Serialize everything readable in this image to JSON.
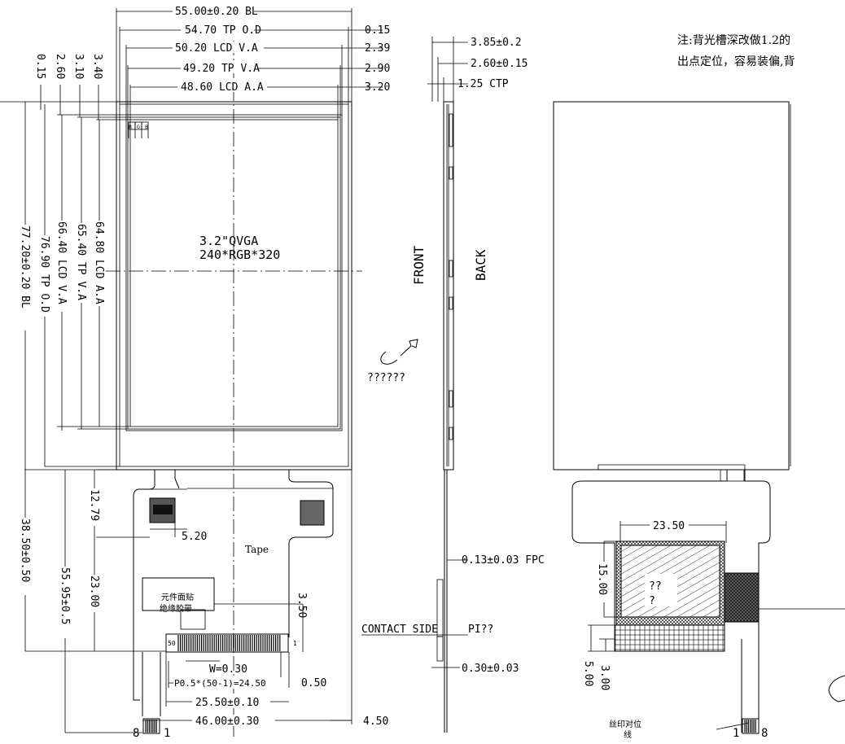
{
  "note": {
    "line1": "注:背光槽深改做1.2的",
    "line2": "出点定位，容易装偏,背"
  },
  "top_dims": {
    "bl_width": "55.00±0.20 BL",
    "tp_od": "54.70 TP O.D",
    "lcd_va": "50.20 LCD V.A",
    "tp_va": "49.20 TP V.A",
    "lcd_aa": "48.60 LCD A.A",
    "r1": "0.15",
    "r2": "2.39",
    "r3": "2.90",
    "r4": "3.20"
  },
  "left_dims": {
    "o1": "0.15",
    "o2": "2.60",
    "o3": "3.10",
    "o4": "3.40",
    "bl_height": "77.20±0.20 BL",
    "tp_od_h": "76.90 TP O.D",
    "lcd_va_h": "66.40 LCD V.A",
    "tp_va_h": "65.40 TP V.A",
    "lcd_aa_h": "64.80 LCD A.A",
    "tail": "38.50±0.50",
    "fpc_total": "55.95±0.5",
    "fpc_23": "23.00",
    "fpc_12": "12.79"
  },
  "screen": {
    "rgb": "RGB",
    "line1": "3.2\"QVGA",
    "line2": "240*RGB*320"
  },
  "fpc": {
    "w_520": "5.20",
    "tape": "Tape",
    "label_cn1": "元件面贴",
    "label_cn2": "绝缘胶带",
    "d350": "3.50",
    "pin50": "50",
    "pin1": "1",
    "width": "W=0.30",
    "pitch": "P0.5*(50-1)=24.50",
    "d050": "0.50",
    "d2550": "25.50±0.10",
    "d4600": "46.00±0.30",
    "d450": "4.50",
    "pin8": "8",
    "pin1b": "1"
  },
  "side": {
    "t385": "3.85±0.2",
    "t260": "2.60±0.15",
    "ctp": "1.25 CTP",
    "front": "FRONT",
    "back": "BACK",
    "fpc_t": "0.13±0.03 FPC",
    "contact": "CONTACT SIDE",
    "pi": "PI??",
    "t030": "0.30±0.03",
    "qmarks": "??????"
  },
  "back_view": {
    "d2350": "23.50",
    "d1500": "15.00",
    "d500": "5.00",
    "d300": "3.00",
    "q1": "??",
    "q2": "?",
    "pin1": "1",
    "pin8": "8",
    "silk1": "丝印对位",
    "silk2": "线"
  }
}
